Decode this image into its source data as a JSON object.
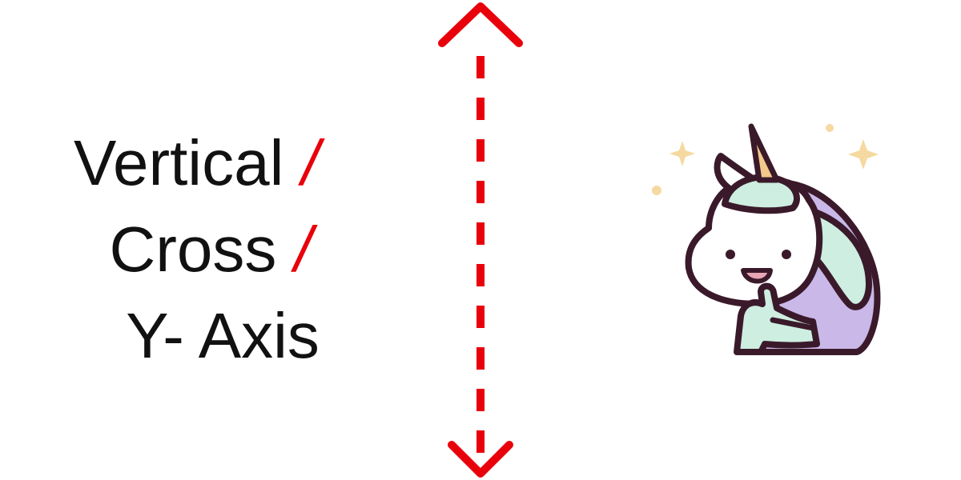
{
  "labels": {
    "line1": "Vertical",
    "line2": "Cross",
    "line3": "Y- Axis",
    "separator": "/"
  },
  "colors": {
    "text": "#111111",
    "axis_arrow": "#e8000b",
    "unicorn_outline": "#3a1a2a",
    "unicorn_mane": "#c9b8e8",
    "unicorn_mint": "#cdeee0",
    "horn": "#f2c98a",
    "sparkle": "#f5d9a0"
  },
  "icons": {
    "axis": "vertical-double-arrow-dashed",
    "mascot": "unicorn-thumbs-up"
  }
}
